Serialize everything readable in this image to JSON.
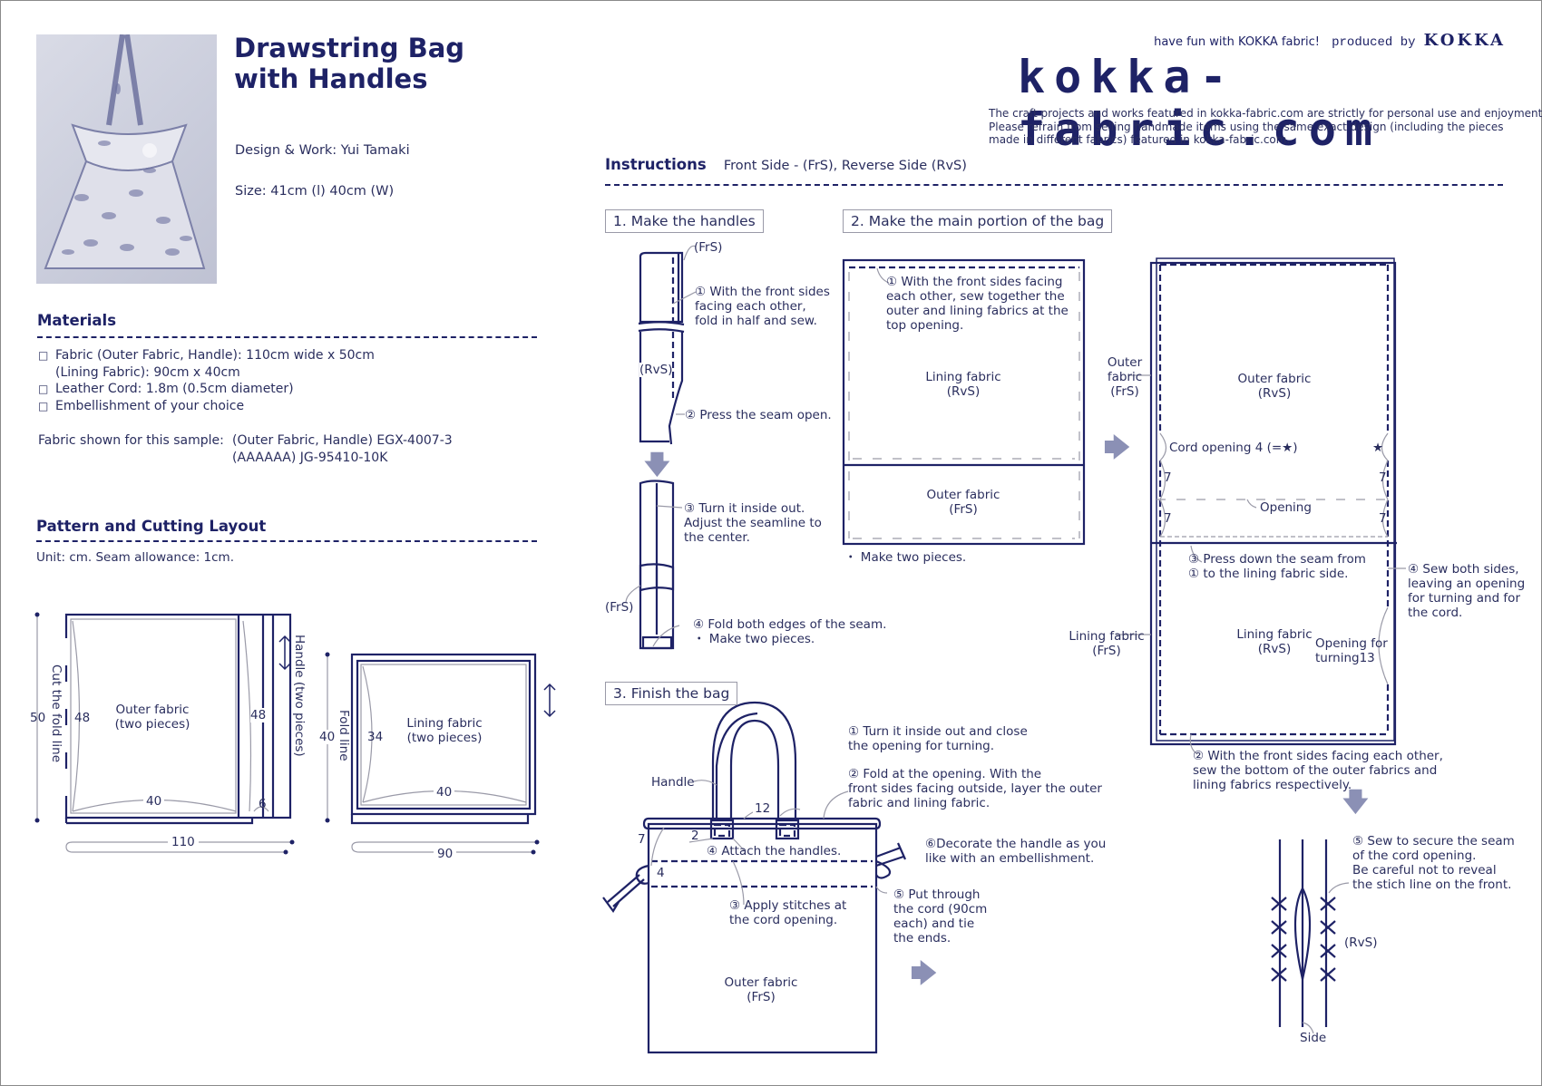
{
  "header": {
    "title_line1": "Drawstring Bag",
    "title_line2": "with Handles",
    "design_work": "Design & Work: Yui Tamaki",
    "size": "Size: 41cm (l)  40cm (W)",
    "tagline": "have fun with KOKKA fabric!",
    "produced_by": "produced by",
    "brand_name": "KOKKA",
    "site_logo": "kokka-fabric.com",
    "disclaimer": [
      "The craft projects and works featured in kokka-fabric.com are strictly for personal use and enjoyment.",
      "Please refrain from selling handmade items using the same exact design (including the pieces",
      "made in different fabrics) featured in kokka-fabric.com."
    ]
  },
  "materials": {
    "heading": "Materials",
    "items": [
      {
        "check": "□",
        "text": "Fabric (Outer Fabric, Handle): 110cm wide x 50cm"
      },
      {
        "check": "",
        "text": "(Lining Fabric): 90cm x 40cm"
      },
      {
        "check": "□",
        "text": "Leather Cord: 1.8m (0.5cm diameter)"
      },
      {
        "check": "□",
        "text": "Embellishment of your choice"
      }
    ],
    "sample_label": "Fabric shown for this sample:",
    "sample_lines": [
      "(Outer Fabric, Handle)  EGX-4007-3",
      "(AAAAAA) JG-95410-10K"
    ]
  },
  "pattern": {
    "heading": "Pattern and Cutting Layout",
    "unit_note": "Unit: cm.  Seam allowance: 1cm.",
    "outer": {
      "label1": "Outer fabric",
      "label2": "(two pieces)",
      "height": "50",
      "inner_height": "48",
      "width": "40",
      "fold_label": "Cut the fold line",
      "handle_label": "Handle (two pieces)",
      "handle_height": "48",
      "handle_width": "6",
      "total_width": "110"
    },
    "lining": {
      "label1": "Lining fabric",
      "label2": "(two pieces)",
      "height": "40",
      "inner_height": "34",
      "width": "40",
      "fold_label": "Fold line",
      "total_width": "90"
    }
  },
  "instructions": {
    "heading": "Instructions",
    "legend": "Front Side - (FrS), Reverse Side (RvS)",
    "step1": {
      "title": "1. Make the handles",
      "frs_top": "(FrS)",
      "rvs": "(RvS)",
      "frs_bottom": "(FrS)",
      "n1": [
        "① With the front sides",
        "facing each other,",
        "fold in half and sew."
      ],
      "n2": "② Press the seam open.",
      "n3": [
        "③ Turn it inside out.",
        "Adjust the seamline to",
        "the center."
      ],
      "n4": [
        "④ Fold both edges of the seam.",
        "・ Make two pieces."
      ]
    },
    "step2": {
      "title": "2. Make the main portion of the bag",
      "n1": [
        "① With the front sides facing",
        "each other, sew together the",
        "outer and lining fabrics at the",
        "top opening."
      ],
      "lining_rvs": [
        "Lining fabric",
        "(RvS)"
      ],
      "outer_frs": [
        "Outer fabric",
        "(FrS)"
      ],
      "make_two": "・ Make two pieces.",
      "outer_frs_side": [
        "Outer",
        "fabric",
        "(FrS)"
      ],
      "outer_rvs": [
        "Outer fabric",
        "(RvS)"
      ],
      "cord_opening": "Cord opening 4 (=★)",
      "star": "★",
      "seven": "7",
      "opening": "Opening",
      "n3": [
        "③ Press down the seam from",
        "① to the lining fabric side."
      ],
      "n4": [
        "④ Sew both sides,",
        "leaving an opening",
        "for turning and for",
        "the cord."
      ],
      "lining_frs_side": [
        "Lining fabric",
        "(FrS)"
      ],
      "lining_rvs2": [
        "Lining fabric",
        "(RvS)"
      ],
      "opening_turning": [
        "Opening for",
        "turning13"
      ],
      "n2": [
        "② With the front sides facing each other,",
        "sew the bottom of the outer fabrics and",
        "lining fabrics respectively."
      ],
      "n5": [
        "⑤ Sew to secure the seam",
        "of the cord opening.",
        "Be careful not to reveal",
        "the stich line on the front."
      ],
      "rvs": "(RvS)",
      "side": "Side"
    },
    "step3": {
      "title": "3. Finish the bag",
      "handle": "Handle",
      "dim12": "12",
      "dim7": "7",
      "dim2": "2",
      "dim4": "4",
      "n1": [
        "① Turn it inside out and close",
        "the opening for turning."
      ],
      "n2": [
        "② Fold at the opening. With the",
        "front sides facing outside, layer the outer",
        "fabric and lining fabric."
      ],
      "n4": "④ Attach the handles.",
      "n6": [
        "⑥Decorate the handle as you",
        "like with an embellishment."
      ],
      "n3": [
        "③ Apply stitches at",
        "the cord opening."
      ],
      "n5": [
        "⑤ Put through",
        "the cord (90cm",
        "each) and tie",
        "the ends."
      ],
      "outer_frs": [
        "Outer fabric",
        "(FrS)"
      ]
    },
    "arrows": {
      "down": "🡇",
      "right": "🡆"
    }
  }
}
